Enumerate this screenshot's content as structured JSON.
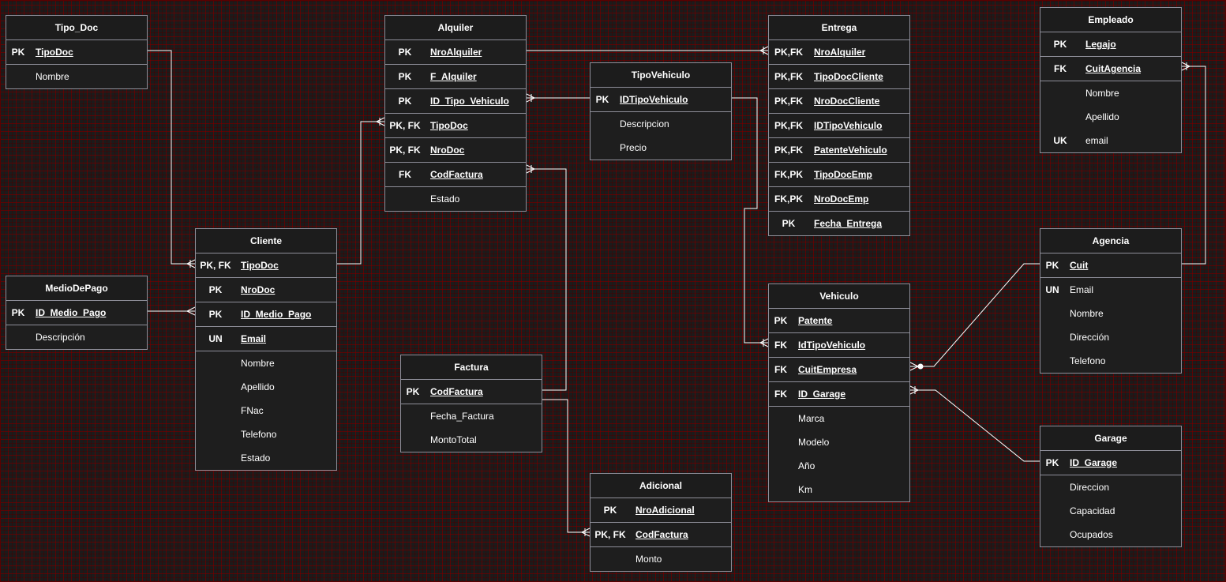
{
  "entities": {
    "tipo_doc": {
      "title": "Tipo_Doc",
      "rows": [
        {
          "key": "PK",
          "attr": "TipoDoc"
        },
        {
          "key": "",
          "attr": "Nombre"
        }
      ]
    },
    "medio_de_pago": {
      "title": "MedioDePago",
      "rows": [
        {
          "key": "PK",
          "attr": "ID_Medio_Pago"
        },
        {
          "key": "",
          "attr": "Descripción"
        }
      ]
    },
    "alquiler": {
      "title": "Alquiler",
      "rows": [
        {
          "key": "PK",
          "attr": "NroAlquiler"
        },
        {
          "key": "PK",
          "attr": "F_Alquiler"
        },
        {
          "key": "PK",
          "attr": "ID_Tipo_Vehiculo"
        },
        {
          "key": "PK, FK",
          "attr": "TipoDoc"
        },
        {
          "key": "PK, FK",
          "attr": "NroDoc"
        },
        {
          "key": "FK",
          "attr": "CodFactura"
        },
        {
          "key": "",
          "attr": "Estado"
        }
      ]
    },
    "cliente": {
      "title": "Cliente",
      "rows": [
        {
          "key": "PK, FK",
          "attr": "TipoDoc"
        },
        {
          "key": "PK",
          "attr": "NroDoc"
        },
        {
          "key": "PK",
          "attr": "ID_Medio_Pago"
        },
        {
          "key": "UN",
          "attr": "Email"
        },
        {
          "key": "",
          "attr": "Nombre"
        },
        {
          "key": "",
          "attr": "Apellido"
        },
        {
          "key": "",
          "attr": "FNac"
        },
        {
          "key": "",
          "attr": "Telefono"
        },
        {
          "key": "",
          "attr": "Estado"
        }
      ]
    },
    "tipo_vehiculo": {
      "title": "TipoVehiculo",
      "rows": [
        {
          "key": "PK",
          "attr": "IDTipoVehiculo"
        },
        {
          "key": "",
          "attr": "Descripcion"
        },
        {
          "key": "",
          "attr": "Precio"
        }
      ]
    },
    "factura": {
      "title": "Factura",
      "rows": [
        {
          "key": "PK",
          "attr": "CodFactura"
        },
        {
          "key": "",
          "attr": "Fecha_Factura"
        },
        {
          "key": "",
          "attr": "MontoTotal"
        }
      ]
    },
    "adicional": {
      "title": "Adicional",
      "rows": [
        {
          "key": "PK",
          "attr": "NroAdicional"
        },
        {
          "key": "PK, FK",
          "attr": "CodFactura"
        },
        {
          "key": "",
          "attr": "Monto"
        }
      ]
    },
    "entrega": {
      "title": "Entrega",
      "rows": [
        {
          "key": "PK,FK",
          "attr": "NroAlquiler"
        },
        {
          "key": "PK,FK",
          "attr": "TipoDocCliente"
        },
        {
          "key": "PK,FK",
          "attr": "NroDocCliente"
        },
        {
          "key": "PK,FK",
          "attr": "IDTipoVehiculo"
        },
        {
          "key": "PK,FK",
          "attr": "PatenteVehiculo"
        },
        {
          "key": "FK,PK",
          "attr": "TipoDocEmp"
        },
        {
          "key": "FK,PK",
          "attr": "NroDocEmp"
        },
        {
          "key": "PK",
          "attr": "Fecha_Entrega"
        }
      ]
    },
    "vehiculo": {
      "title": "Vehiculo",
      "rows": [
        {
          "key": "PK",
          "attr": "Patente"
        },
        {
          "key": "FK",
          "attr": "IdTipoVehiculo"
        },
        {
          "key": "FK",
          "attr": "CuitEmpresa"
        },
        {
          "key": "FK",
          "attr": "ID_Garage"
        },
        {
          "key": "",
          "attr": "Marca"
        },
        {
          "key": "",
          "attr": "Modelo"
        },
        {
          "key": "",
          "attr": "Año"
        },
        {
          "key": "",
          "attr": "Km"
        }
      ]
    },
    "empleado": {
      "title": "Empleado",
      "rows": [
        {
          "key": "PK",
          "attr": "Legajo"
        },
        {
          "key": "FK",
          "attr": "CuitAgencia"
        },
        {
          "key": "",
          "attr": "Nombre"
        },
        {
          "key": "",
          "attr": "Apellido"
        },
        {
          "key": "UK",
          "attr": "email"
        }
      ]
    },
    "agencia": {
      "title": "Agencia",
      "rows": [
        {
          "key": "PK",
          "attr": "Cuit"
        },
        {
          "key": "UN",
          "attr": "Email"
        },
        {
          "key": "",
          "attr": "Nombre"
        },
        {
          "key": "",
          "attr": "Dirección"
        },
        {
          "key": "",
          "attr": "Telefono"
        }
      ]
    },
    "garage": {
      "title": "Garage",
      "rows": [
        {
          "key": "PK",
          "attr": "ID_Garage"
        },
        {
          "key": "",
          "attr": "Direccion"
        },
        {
          "key": "",
          "attr": "Capacidad"
        },
        {
          "key": "",
          "attr": "Ocupados"
        }
      ]
    }
  },
  "relationships": [
    {
      "from": "tipo_doc.TipoDoc",
      "to": "cliente.TipoDoc",
      "notation": "one-to-many"
    },
    {
      "from": "medio_de_pago.ID_Medio_Pago",
      "to": "cliente.ID_Medio_Pago",
      "notation": "one-to-many"
    },
    {
      "from": "cliente.TipoDoc",
      "to": "alquiler.TipoDoc",
      "notation": "one-to-many"
    },
    {
      "from": "tipo_vehiculo.IDTipoVehiculo",
      "to": "alquiler.ID_Tipo_Vehiculo",
      "notation": "one-to-many"
    },
    {
      "from": "factura.CodFactura",
      "to": "alquiler.CodFactura",
      "notation": "one-to-many"
    },
    {
      "from": "factura.CodFactura",
      "to": "adicional.CodFactura",
      "notation": "one-to-many"
    },
    {
      "from": "alquiler.NroAlquiler",
      "to": "entrega.NroAlquiler",
      "notation": "one-to-many"
    },
    {
      "from": "tipo_vehiculo.IDTipoVehiculo",
      "to": "vehiculo.IdTipoVehiculo",
      "notation": "one-to-many"
    },
    {
      "from": "agencia.Cuit",
      "to": "vehiculo.CuitEmpresa",
      "notation": "zero-or-many"
    },
    {
      "from": "garage.ID_Garage",
      "to": "vehiculo.ID_Garage",
      "notation": "one-to-many"
    },
    {
      "from": "agencia.Cuit",
      "to": "empleado.CuitAgencia",
      "notation": "one-to-many"
    }
  ],
  "colors": {
    "background": "#1b1b1b",
    "grid": "#780000",
    "entity_fill": "#1e1e1e",
    "entity_border": "#8e8e99",
    "connector": "#ffffff",
    "text": "#ffffff"
  }
}
